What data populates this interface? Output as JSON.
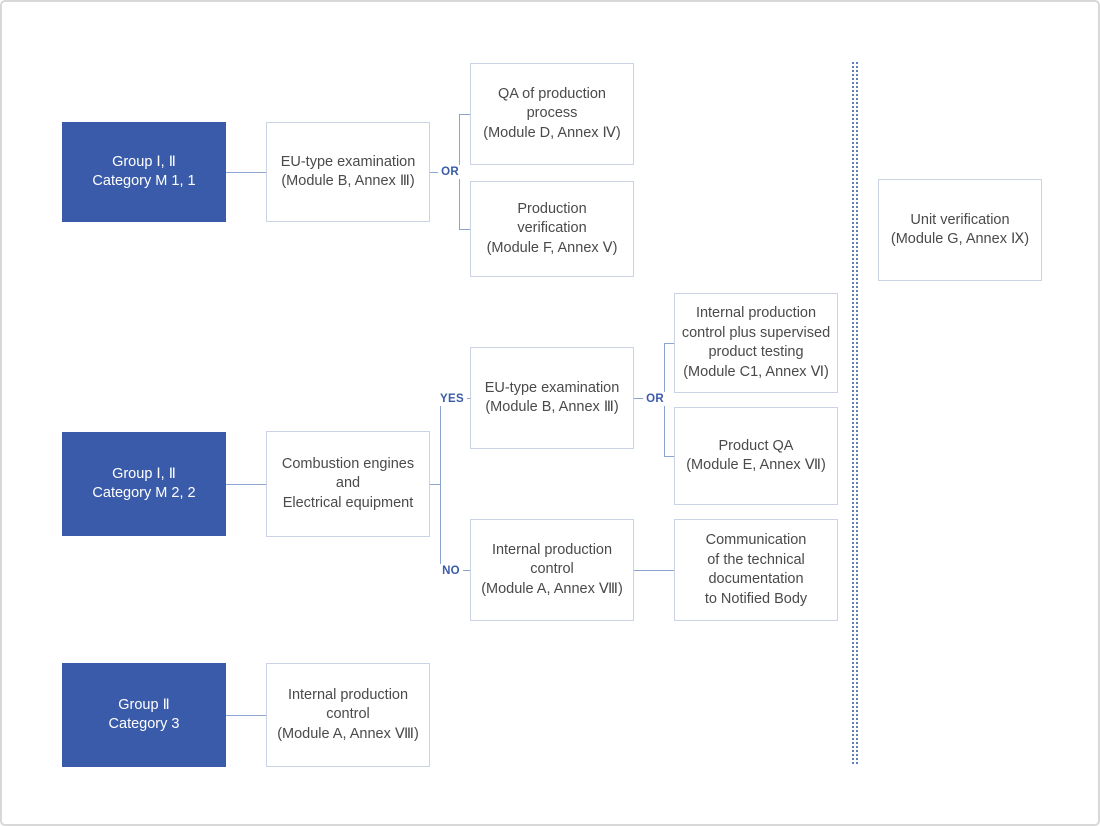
{
  "nodes": {
    "group1": "Group Ⅰ, Ⅱ\nCategory M 1, 1",
    "group2": "Group Ⅰ, Ⅱ\nCategory M 2, 2",
    "group3": "Group Ⅱ\nCategory 3",
    "eu_exam1": "EU-type examination\n(Module B, Annex Ⅲ)",
    "qa_production": "QA of production\nprocess\n(Module D, Annex Ⅳ)",
    "production_verification": "Production\nverification\n(Module F, Annex Ⅴ)",
    "eu_exam2": "EU-type examination\n(Module B, Annex Ⅲ)",
    "internal_control_c1": "Internal production\ncontrol plus supervised\nproduct testing\n(Module C1, Annex Ⅵ)",
    "product_qa": "Product QA\n(Module E, Annex Ⅶ)",
    "combustion": "Combustion engines\nand\nElectrical equipment",
    "internal_control_a1": "Internal production\ncontrol\n(Module A, Annex Ⅷ)",
    "communication": "Communication\nof the technical\ndocumentation\nto Notified Body",
    "internal_control_a2": "Internal production\ncontrol\n(Module A, Annex Ⅷ)",
    "unit_verification": "Unit verification\n(Module G, Annex Ⅸ)"
  },
  "labels": {
    "or": "OR",
    "yes": "YES",
    "no": "NO"
  },
  "colors": {
    "group_box_fill": "#3a5ba9",
    "box_border": "#c9d3e3",
    "connector_line": "#8aa5cd",
    "branch_label_text": "#3a5ba9",
    "separator_dotted": "#5f7fbf"
  }
}
